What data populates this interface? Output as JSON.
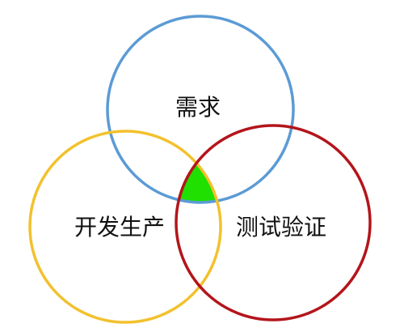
{
  "diagram": {
    "type": "venn",
    "circles": [
      {
        "id": "top",
        "label": "需求",
        "stroke_color": "#5b9bd5"
      },
      {
        "id": "left",
        "label": "开发生产",
        "stroke_color": "#f2c12e"
      },
      {
        "id": "right",
        "label": "测试验证",
        "stroke_color": "#b3151b"
      }
    ],
    "intersection_fill_color": "#1fe000"
  }
}
